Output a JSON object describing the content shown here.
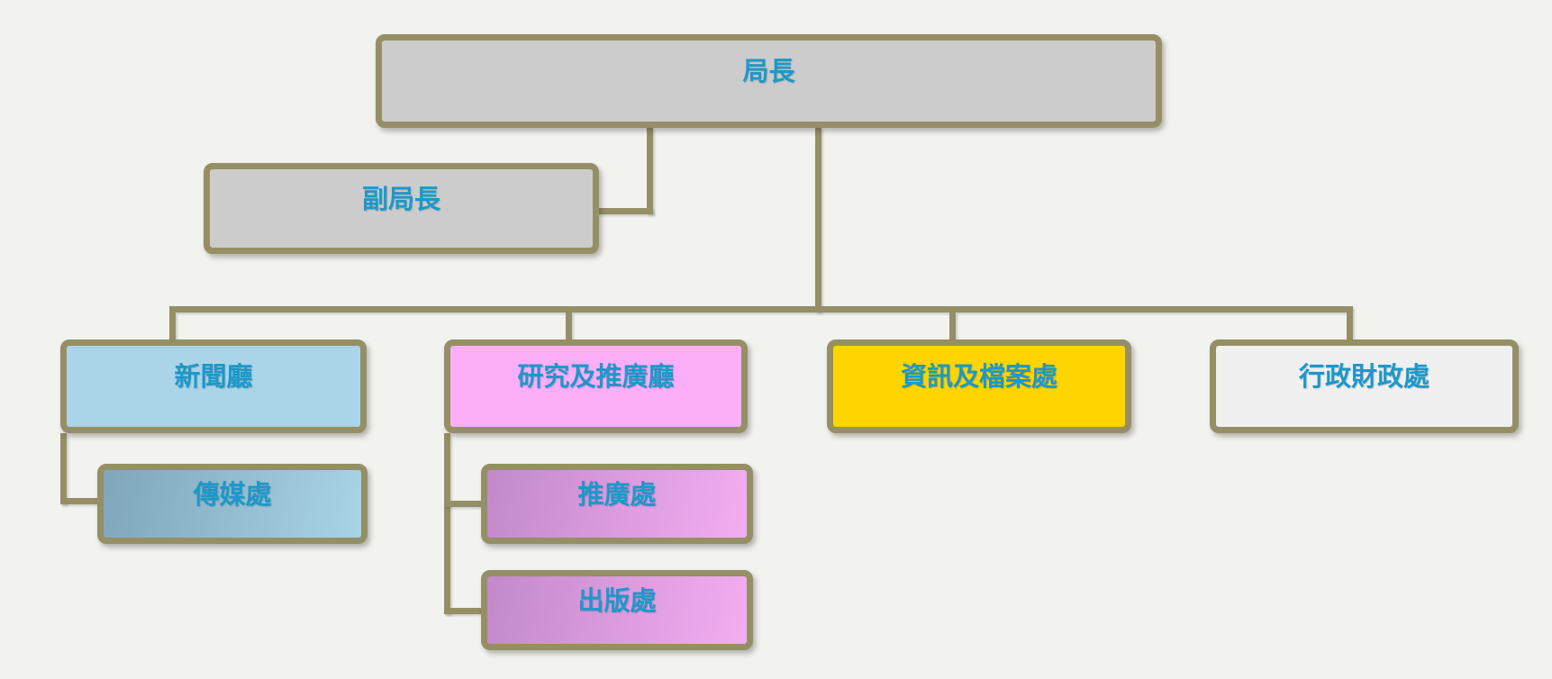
{
  "org_chart": {
    "type": "hierarchy-diagram",
    "nodes": {
      "director": {
        "label": "局長",
        "fill": "#cccccc"
      },
      "deputy_director": {
        "label": "副局長",
        "fill": "#cccccc"
      },
      "news_hall": {
        "label": "新聞廳",
        "fill": "#aad5e8"
      },
      "research_promotion_hall": {
        "label": "研究及推廣廳",
        "fill": "#fcaef8"
      },
      "info_archives_division": {
        "label": "資訊及檔案處",
        "fill": "#ffd500"
      },
      "admin_finance_division": {
        "label": "行政財政處",
        "fill": "#f0f0f1"
      },
      "media_division": {
        "label": "傳媒處",
        "fill": "gradient #7fa6ba → #a9d3e6"
      },
      "promotion_division": {
        "label": "推廣處",
        "fill": "gradient #c289cb → #f3adf1"
      },
      "publications_division": {
        "label": "出版處",
        "fill": "gradient #c289cb → #f3adf1"
      }
    },
    "hierarchy": [
      {
        "parent": "局長",
        "children": [
          "副局長",
          "新聞廳",
          "研究及推廣廳",
          "資訊及檔案處",
          "行政財政處"
        ]
      },
      {
        "parent": "新聞廳",
        "children": [
          "傳媒處"
        ]
      },
      {
        "parent": "研究及推廣廳",
        "children": [
          "推廣處",
          "出版處"
        ]
      }
    ],
    "colors": {
      "background": "#f2f2ef",
      "connector_and_border": "#958f66",
      "label_text": "#1d98ca"
    }
  }
}
